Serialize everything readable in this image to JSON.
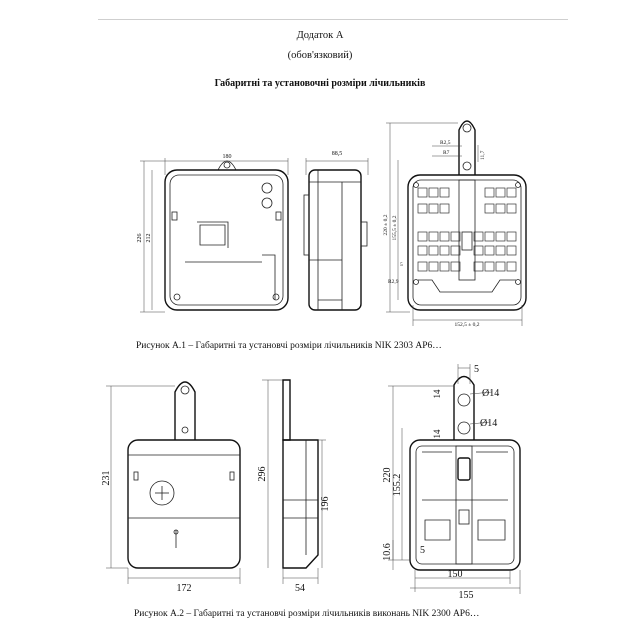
{
  "header": {
    "annex": "Додаток А",
    "mandatory": "(обов'язковий)",
    "title": "Габаритні та установочні розміри лічильників"
  },
  "figure1": {
    "caption": "Рисунок А.1 – Габаритні та установчі розміри лічильників NIK 2303 АР6…",
    "dims": {
      "width_front": "180",
      "depth": "88,5",
      "height_total": "226",
      "height_body": "212",
      "mount_height": "220 ± 0,2",
      "mount_inner": "155,5 ± 0,2",
      "mount_width": "152,5 ± 0,2",
      "r25": "R2,5",
      "r7": "R7",
      "d117": "11,7",
      "r29": "R2,9",
      "five": "5"
    }
  },
  "figure2": {
    "caption": "Рисунок А.2 – Габаритні та установчі розміри лічильників виконань NIK 2300 АР6…",
    "dims": {
      "height_total": "231",
      "width_front": "172",
      "side_height": "296",
      "side_body": "196",
      "depth": "54",
      "top5": "5",
      "d14a": "Ø14",
      "d14b": "Ø14",
      "fourteen_a": "14",
      "fourteen_b": "14",
      "mount_220": "220",
      "mount_155": "155.2",
      "h106": "10.6",
      "five_bottom": "5",
      "w150": "150",
      "w155": "155"
    }
  }
}
